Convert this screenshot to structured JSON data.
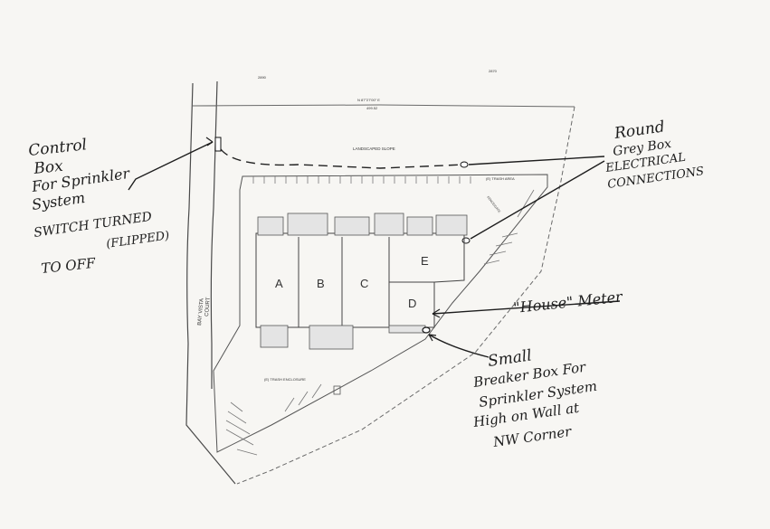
{
  "annotations": {
    "control_box": [
      "Control",
      "Box",
      "For Sprinkler",
      "System",
      "SWITCH TURNED",
      "(FLIPPED)",
      "TO OFF"
    ],
    "grey_box": [
      "Round",
      "Grey Box",
      "ELECTRICAL",
      "CONNECTIONS"
    ],
    "house_meter": "\"House\" Meter",
    "breaker_box": [
      "Small",
      "Breaker Box For",
      "Sprinkler System",
      "High on Wall at",
      "NW Corner"
    ]
  },
  "plan_labels": {
    "street": [
      "BAY VISTA",
      "COURT"
    ],
    "landscaped_slope": "LANDSCAPED SLOPE",
    "trash_area": "(E) TRASH AREA",
    "fence": "FENCE/GATE",
    "trash_enclosure": "(E) TRASH ENCLOSURE",
    "parcel_left": "2890",
    "parcel_right": "2870",
    "bearing": "N 87°27'00\" E",
    "distance": "499.52"
  },
  "units": [
    "A",
    "B",
    "C",
    "D",
    "E"
  ],
  "colors": {
    "ink": "#1d1d1d",
    "linework": "#4a4a4a"
  }
}
